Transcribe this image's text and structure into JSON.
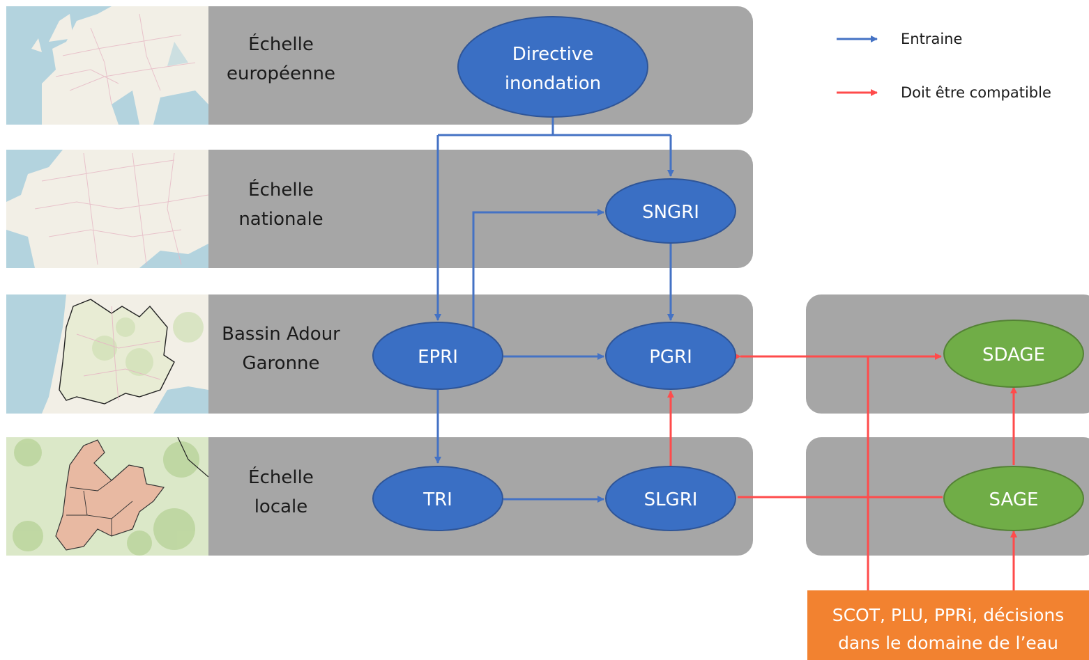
{
  "legend": {
    "entrains": {
      "label": "Entraine",
      "color": "#4472c4"
    },
    "compatible": {
      "label": "Doit être compatible",
      "color": "#ff4b4b"
    }
  },
  "scales": {
    "europe": [
      "Échelle",
      "européenne"
    ],
    "national": [
      "Échelle",
      "nationale"
    ],
    "basin": [
      "Bassin Adour",
      "Garonne"
    ],
    "local": [
      "Échelle",
      "locale"
    ]
  },
  "nodes": {
    "directive": [
      "Directive",
      "inondation"
    ],
    "sngri": "SNGRI",
    "epri": "EPRI",
    "pgri": "PGRI",
    "tri": "TRI",
    "slgri": "SLGRI",
    "sdage": "SDAGE",
    "sage": "SAGE"
  },
  "bottom_box": [
    "SCOT, PLU, PPRi, décisions",
    "dans le domaine de l’eau"
  ],
  "colors": {
    "band": "#a6a6a6",
    "node_blue": "#3a6fc4",
    "node_green": "#70ad47",
    "box_orange": "#f28230",
    "arrow_blue": "#4472c4",
    "arrow_red": "#ff4b4b",
    "map_sea": "#b3d3de",
    "map_land": "#f2efe6"
  },
  "maps": {
    "europe": "map-europe",
    "france": "map-france",
    "basin": "map-adour-garonne",
    "local": "map-local-communes"
  }
}
